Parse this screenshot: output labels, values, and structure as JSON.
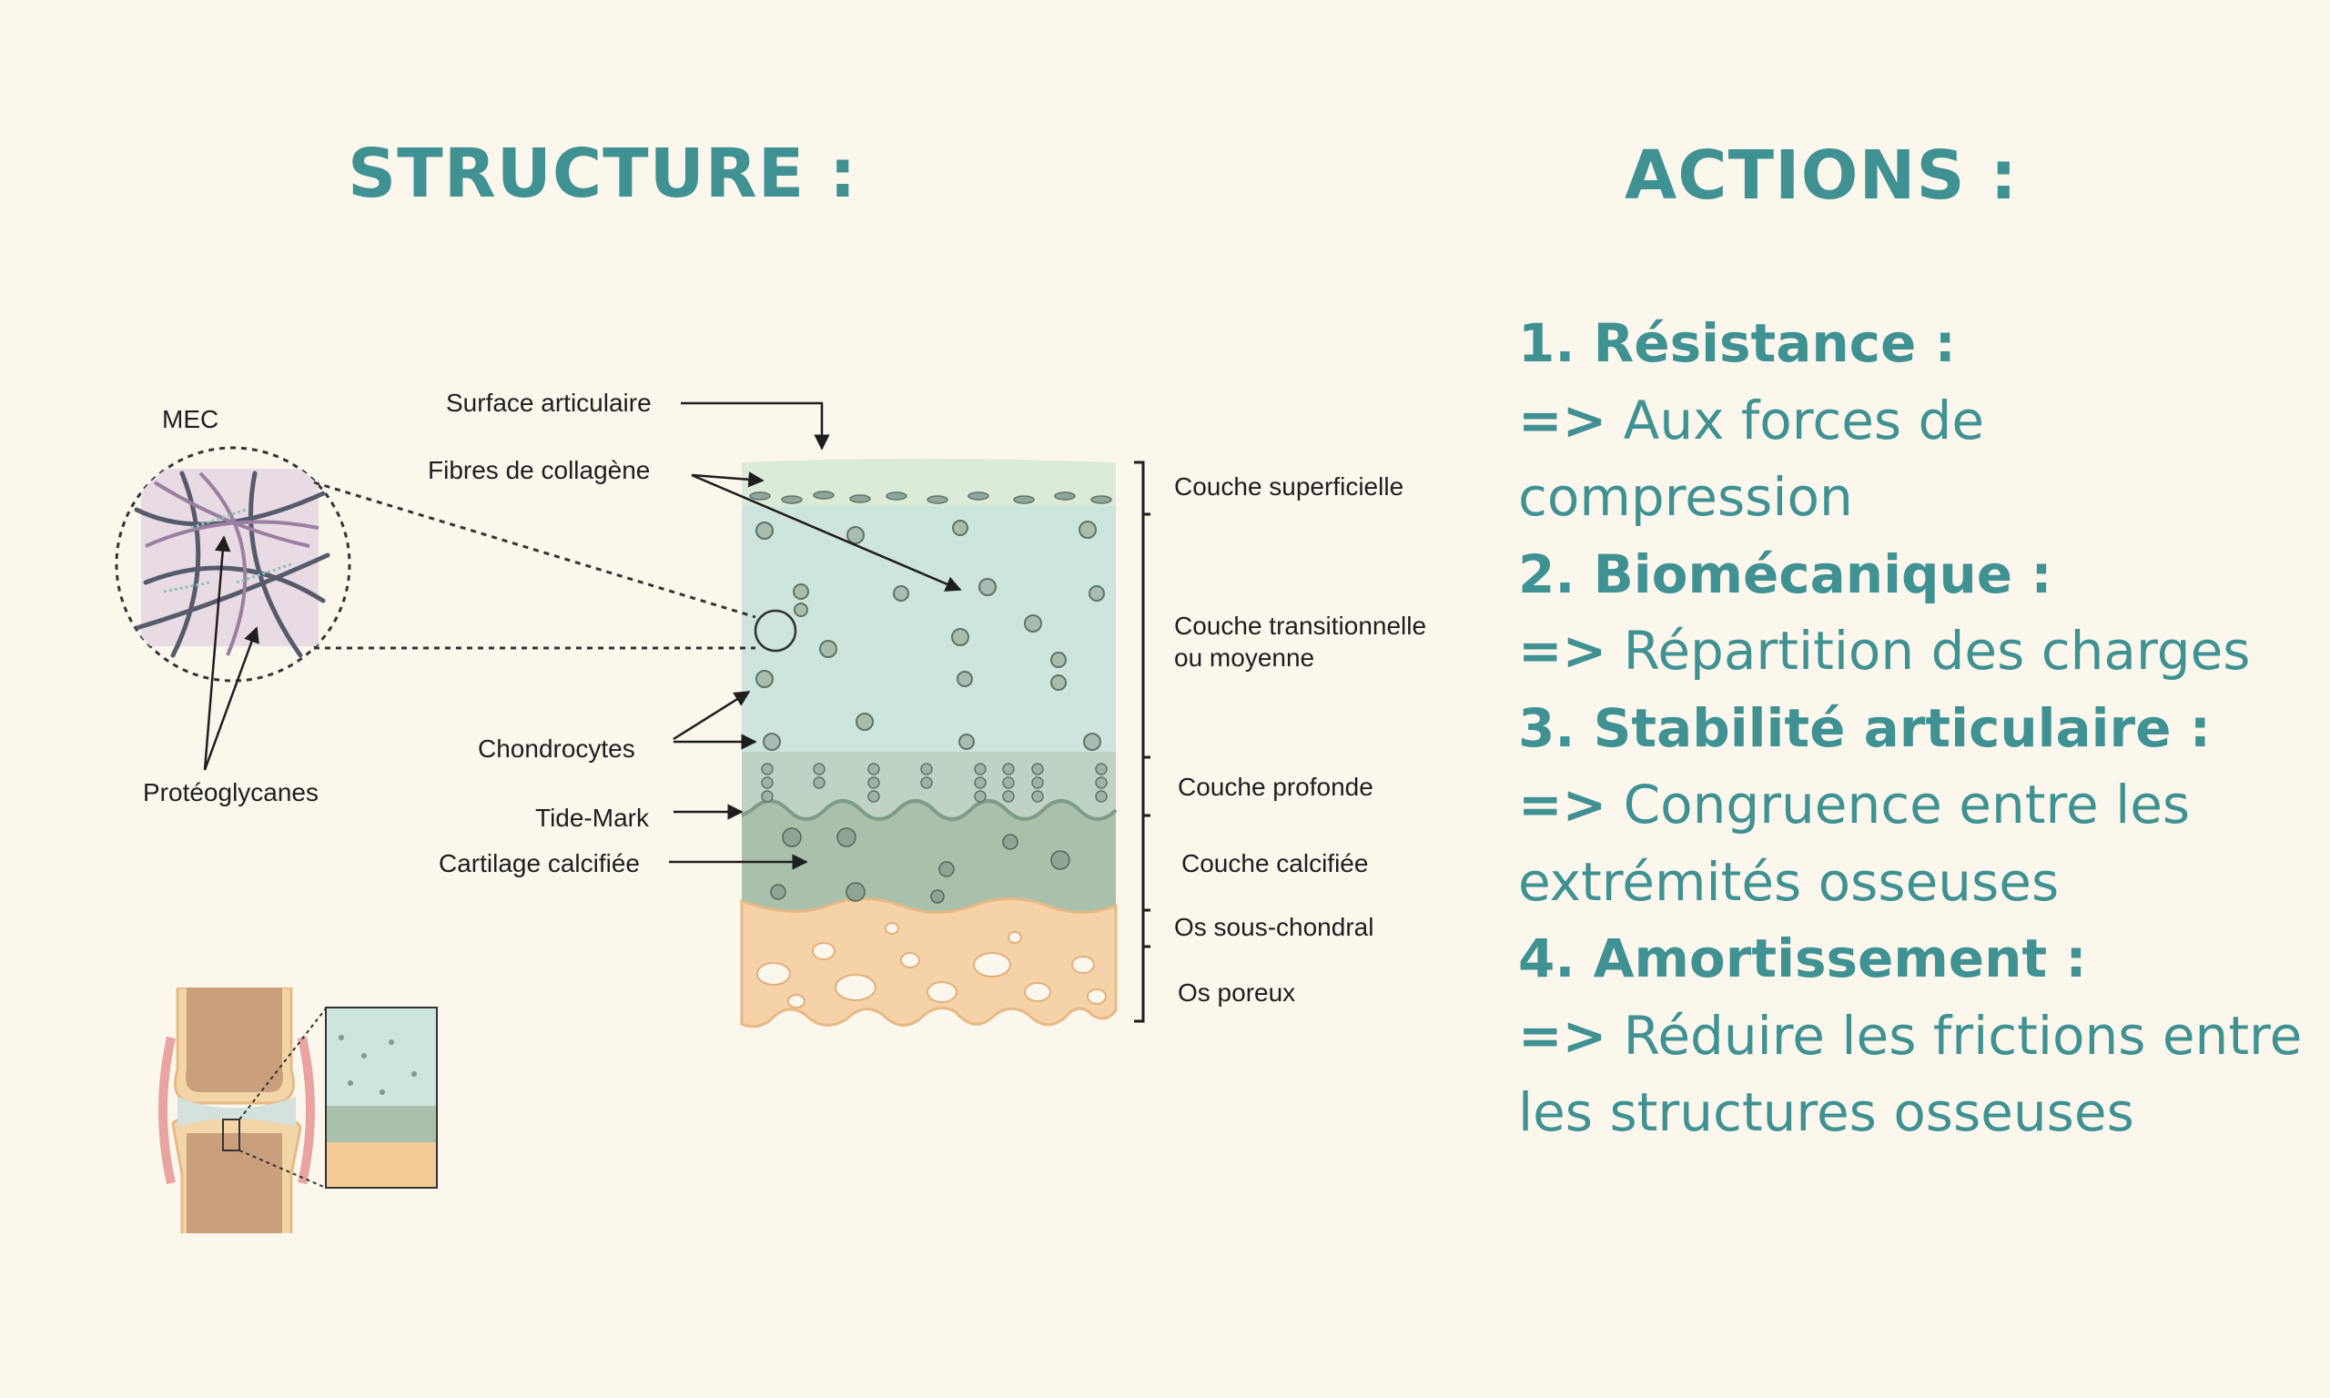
{
  "headings": {
    "structure": "STRUCTURE :",
    "actions": "ACTIONS :"
  },
  "labels": {
    "mec": "MEC",
    "surface_articulaire": "Surface articulaire",
    "fibres_collagene": "Fibres de collagène",
    "chondrocytes": "Chondrocytes",
    "proteoglycanes": "Protéoglycanes",
    "tide_mark": "Tide-Mark",
    "cartilage_calcifiee": "Cartilage calcifiée"
  },
  "layers": [
    {
      "name": "Couche superficielle",
      "color": "#dcebd8"
    },
    {
      "line1": "Couche transitionnelle",
      "line2": "ou moyenne",
      "color": "#cde5dc"
    },
    {
      "name": "Couche profonde",
      "color": "#bfd3c5"
    },
    {
      "name": "Couche calcifiée",
      "color": "#a9c0ac"
    },
    {
      "name": "Os sous-chondral",
      "color": "#f3d1a6"
    },
    {
      "name": "Os poreux",
      "color": "#f6d2a8"
    }
  ],
  "actions": [
    {
      "title": "1. Résistance :",
      "arrow": "=>",
      "text": "Aux forces de compression"
    },
    {
      "title": "2. Biomécanique :",
      "arrow": "=>",
      "text": "Répartition des charges"
    },
    {
      "title": "3. Stabilité articulaire :",
      "arrow": "=>",
      "text": "Congruence entre les extrémités osseuses"
    },
    {
      "title": "4. Amortissement :",
      "arrow": "=>",
      "text": "Réduire les frictions entre les structures osseuses"
    }
  ],
  "colors": {
    "accent": "#3f9192",
    "background": "#fcf7ec"
  }
}
